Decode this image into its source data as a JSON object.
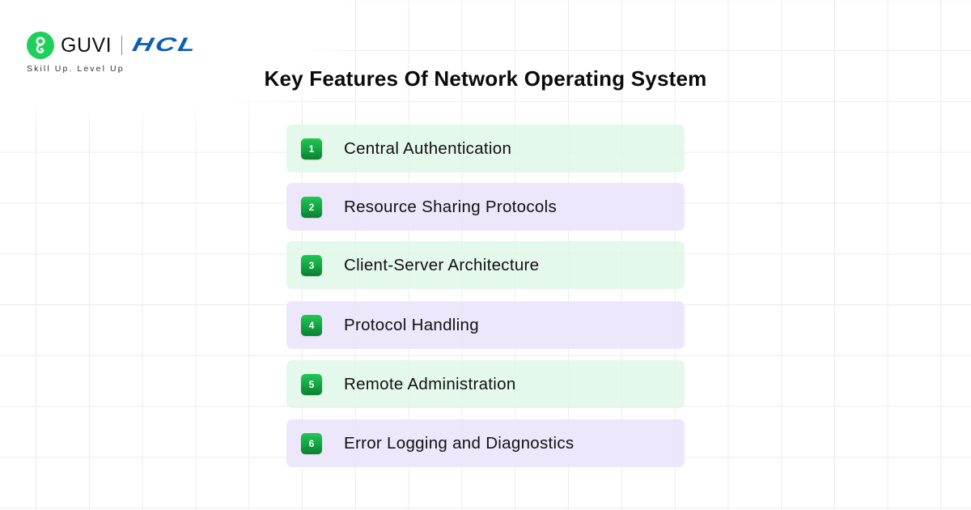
{
  "brand": {
    "logo_mark_icon": "guvi-g-icon",
    "name": "GUVI",
    "partner": "HCL",
    "tagline": "Skill Up. Level Up",
    "colors": {
      "guvi_green": "#1fcf5a",
      "hcl_blue": "#0b5fb3"
    }
  },
  "title": "Key Features Of Network Operating System",
  "features": [
    {
      "number": "1",
      "label": "Central Authentication",
      "style": "green"
    },
    {
      "number": "2",
      "label": "Resource Sharing Protocols",
      "style": "purple"
    },
    {
      "number": "3",
      "label": "Client-Server Architecture",
      "style": "green"
    },
    {
      "number": "4",
      "label": "Protocol Handling",
      "style": "purple"
    },
    {
      "number": "5",
      "label": "Remote Administration",
      "style": "green"
    },
    {
      "number": "6",
      "label": "Error Logging and Diagnostics",
      "style": "purple"
    }
  ],
  "colors": {
    "card_green": "#e3f8ea",
    "card_purple": "#ece7fc",
    "badge_green_top": "#22c655",
    "badge_green_bottom": "#0a7f31",
    "grid_line": "#ececec"
  }
}
